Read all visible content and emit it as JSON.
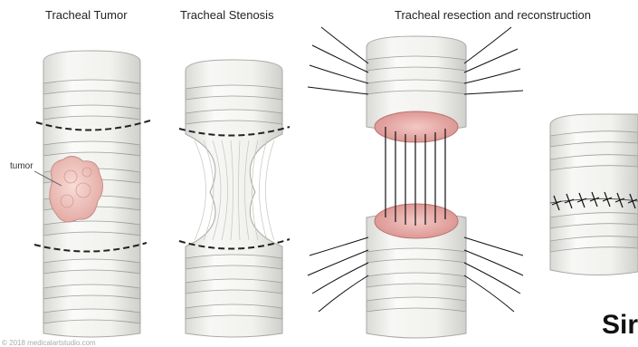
{
  "titles": {
    "tumor": "Tracheal Tumor",
    "stenosis": "Tracheal Stenosis",
    "resection": "Tracheal resection and reconstruction"
  },
  "labels": {
    "tumor": "tumor"
  },
  "copyright": "© 2018 medicalartstudio.com",
  "cropped_text": "Sir",
  "colors": {
    "tissue": "#f4f4f2",
    "ring": "#e6e6e3",
    "outline": "#9b9b98",
    "tumor": "#efc4bf",
    "mucosa": "#e8a9a6",
    "suture": "#111111"
  }
}
